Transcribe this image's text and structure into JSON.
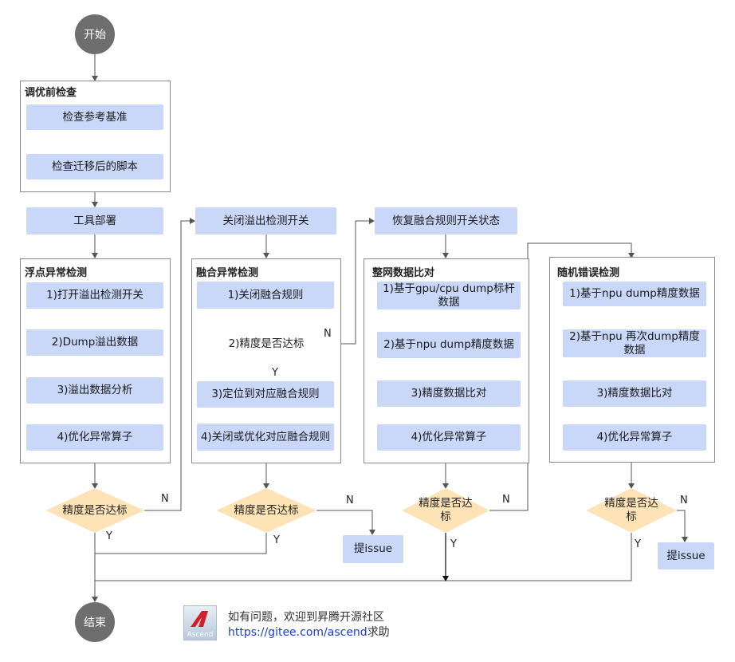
{
  "start": "开始",
  "end": "结束",
  "pre_check": {
    "title": "调优前检查",
    "steps": [
      "检查参考基准",
      "检查迁移后的脚本"
    ]
  },
  "tool_deploy": "工具部署",
  "close_overflow": "关闭溢出检测开关",
  "restore_fusion": "恢复融合规则开关状态",
  "float_group": {
    "title": "浮点异常检测",
    "steps": [
      "1)打开溢出检测开关",
      "2)Dump溢出数据",
      "3)溢出数据分析",
      "4)优化异常算子"
    ]
  },
  "fusion_group": {
    "title": "融合异常检测",
    "steps": [
      "1)关闭融合规则",
      "3)定位到对应融合规则",
      "4)关闭或优化对应融合规则"
    ],
    "decision": "2)精度是否达标"
  },
  "net_group": {
    "title": "整网数据比对",
    "steps": [
      "1)基于gpu/cpu dump标杆数据",
      "2)基于npu dump精度数据",
      "3)精度数据比对",
      "4)优化异常算子"
    ]
  },
  "random_group": {
    "title": "随机错误检测",
    "steps": [
      "1)基于npu dump精度数据",
      "2)基于npu 再次dump精度数据",
      "3)精度数据比对",
      "4)优化异常算子"
    ]
  },
  "decision_label": "精度是否达标",
  "issue_label": "提issue",
  "yes": "Y",
  "no": "N",
  "footer": {
    "line1": "如有问题，欢迎到昇腾开源社区",
    "link": "https://gitee.com/ascend",
    "suffix": "求助",
    "logo_text": "Ascend"
  },
  "colors": {
    "box": "#c9d8f9",
    "diamond": "#fde3b6",
    "terminal": "#6e6e6e",
    "line": "#555555"
  }
}
